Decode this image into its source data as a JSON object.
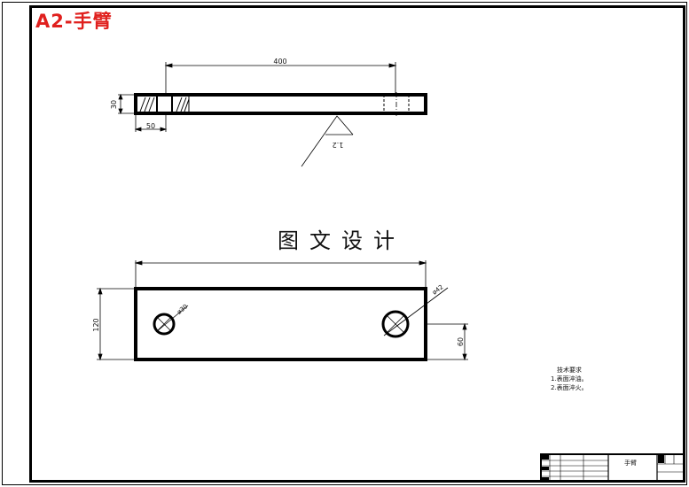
{
  "title": "A2-手臂",
  "watermark": "图文设计",
  "top_view": {
    "dim_length": "400",
    "dim_height": "30",
    "dim_end": "50",
    "roughness": "1.2"
  },
  "front_view": {
    "dim_height": "120",
    "dim_hole_left": "ø30",
    "dim_hole_right": "ø42",
    "dim_offset": "60"
  },
  "tech_notes": {
    "heading": "技术要求",
    "items": [
      "1.表面淬油。",
      "2.表面淬火。"
    ]
  },
  "title_block": {
    "part_name": "手臂"
  },
  "colors": {
    "title": "#e0201e",
    "lines": "#000000"
  }
}
